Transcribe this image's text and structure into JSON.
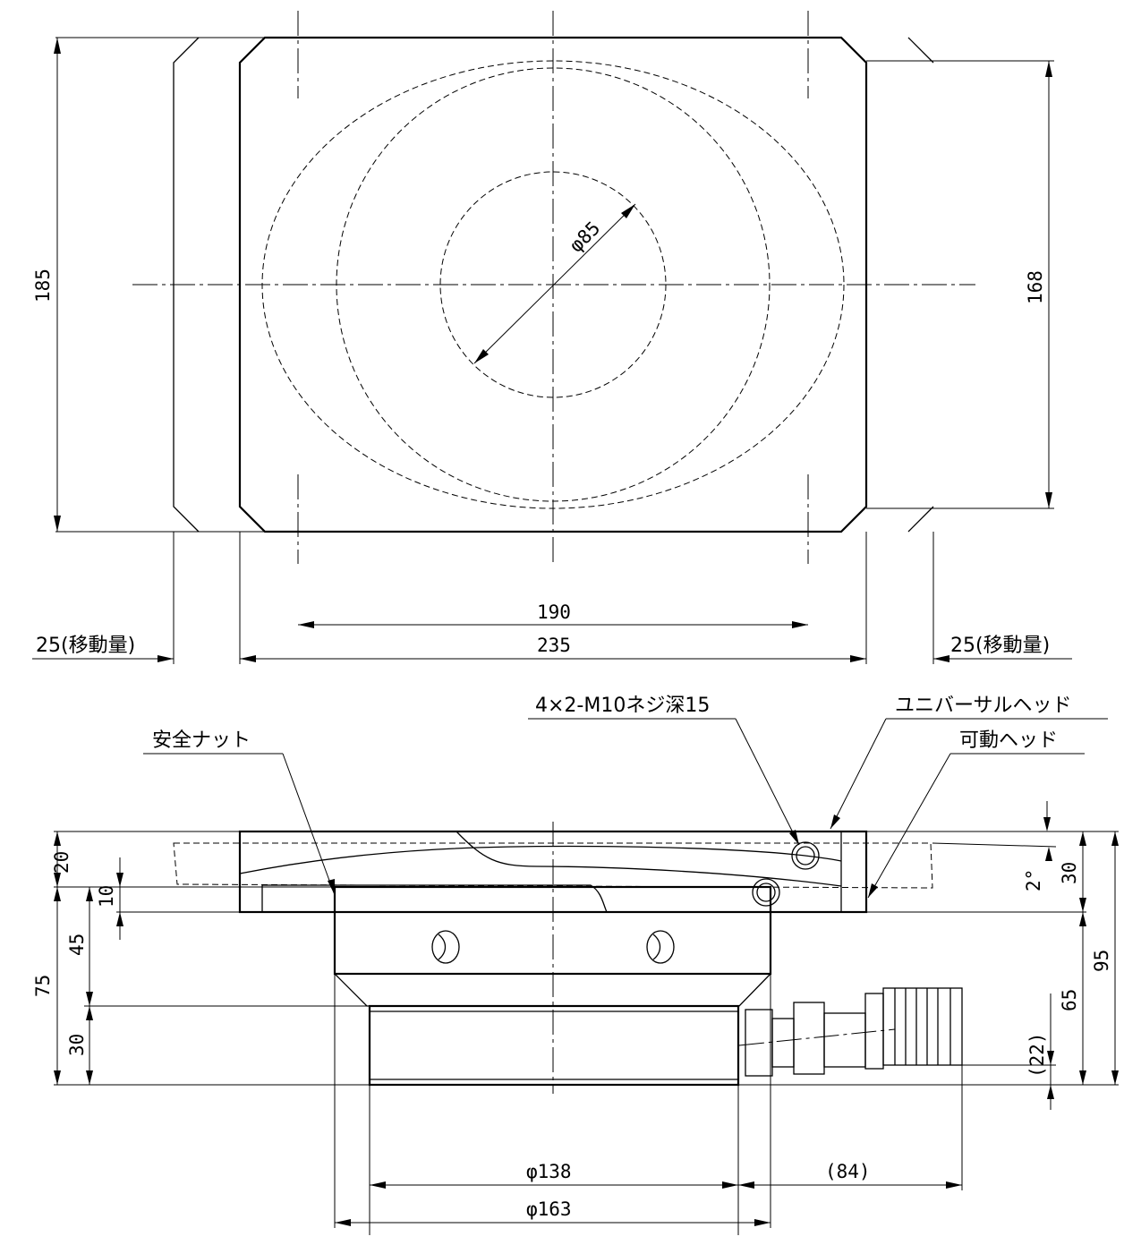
{
  "top_view": {
    "dims": {
      "overall_height": "185",
      "inner_height": "168",
      "bolt_span": "190",
      "overall_width": "235",
      "stroke_left": "25(移動量)",
      "stroke_right": "25(移動量)",
      "bore_diameter": "φ85"
    }
  },
  "side_view": {
    "dims": {
      "plate_thickness": "20",
      "recess_depth": "10",
      "body_upper": "45",
      "total_lower": "75",
      "body_lower": "30",
      "tilt_angle": "2°",
      "head_height": "30",
      "total_height": "95",
      "connector_height": "65",
      "connector_offset": "(22)",
      "dia_lower": "φ138",
      "dia_upper": "φ163",
      "connector_length": "(84)"
    },
    "callouts": {
      "safety_nut": "安全ナット",
      "thread_spec": "4×2-M10ネジ深15",
      "universal_head": "ユニバーサルヘッド",
      "movable_head": "可動ヘッド"
    }
  }
}
